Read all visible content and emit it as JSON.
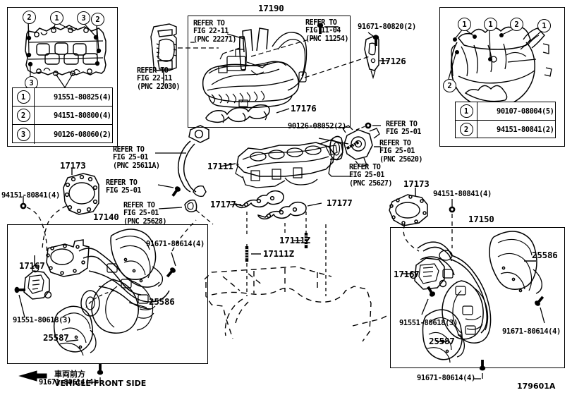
{
  "diagram": {
    "id": "179601A",
    "front_marker": {
      "jp": "車両前方",
      "en": "VEHICLE FRONT SIDE",
      "icon": "left-arrow-icon"
    }
  },
  "panels": {
    "top_left": {
      "name": "cylinder-head-intake-face",
      "callouts": [
        "2",
        "1",
        "3",
        "2",
        "3",
        "1"
      ],
      "legend": [
        {
          "num": "1",
          "icon": "bolt-icon",
          "part": "91551-80825(4)"
        },
        {
          "num": "2",
          "icon": "nut-icon",
          "part": "94151-80800(4)"
        },
        {
          "num": "3",
          "icon": "stud-icon",
          "part": "90126-08060(2)"
        }
      ]
    },
    "top_center": {
      "name": "intake-manifold-assembly",
      "title": "17190",
      "refer_left": "REFER TO\nFIG 22-11\n(PNC 22271)",
      "refer_right": "REFER TO\nFIG 11-04\n(PNC 11254)",
      "gasket": "17176"
    },
    "top_right": {
      "name": "intake-manifold-rear-view",
      "callouts": [
        "1",
        "1",
        "2",
        "1",
        "2"
      ],
      "legend": [
        {
          "num": "1",
          "icon": "bolt-icon",
          "part": "90107-08004(5)"
        },
        {
          "num": "2",
          "icon": "nut-icon",
          "part": "94151-80841(2)"
        }
      ]
    },
    "bottom_left": {
      "name": "exhaust-manifold-bank1",
      "title": "17140",
      "parts": [
        {
          "name": "heat-insulator-upper",
          "label": "25586"
        },
        {
          "name": "heat-insulator-lower",
          "label": "25587"
        },
        {
          "name": "manifold-stay",
          "label": "17167"
        },
        {
          "name": "bolt-91551",
          "label": "91551-80618(3)"
        },
        {
          "name": "bolt-91671-right",
          "label": "91671-80614(4)"
        },
        {
          "name": "bolt-91671-bottom",
          "label": "91671-80614(4)"
        }
      ]
    },
    "bottom_right": {
      "name": "exhaust-manifold-bank2",
      "title": "17150",
      "parts": [
        {
          "name": "heat-insulator-upper",
          "label": "25586"
        },
        {
          "name": "heat-insulator-lower",
          "label": "25587"
        },
        {
          "name": "manifold-stay",
          "label": "17167"
        },
        {
          "name": "bolt-91551",
          "label": "91551-80618(3)"
        },
        {
          "name": "bolt-91671-right",
          "label": "91671-80614(4)"
        },
        {
          "name": "bolt-91671-bottom",
          "label": "91671-80614(4)"
        }
      ]
    }
  },
  "loose_labels": {
    "bracket_bolt_top": "91671-80820(2)",
    "bracket": "17126",
    "gasket_left": "17173",
    "nut_left": "94151-80841(4)",
    "egr_pipe_refer": "REFER TO\nFIG 25-01\n(PNC 25611A)",
    "egr_bolt_refer": "REFER TO\nFIG 25-01",
    "egr_gasket_refer": "REFER TO\nFIG 25-01\n(PNC 25628)",
    "manifold": "17111",
    "stud_center": "90126-08052(2)",
    "gasket_left_lower": "17177",
    "gasket_right_lower": "17177",
    "stud_left": "17111Z",
    "stud_right": "17111Z",
    "refer_25_01_top": "REFER TO\nFIG 25-01",
    "refer_25620": "REFER TO\nFIG 25-01\n(PNC 25620)",
    "refer_25627": "REFER TO\nFIG 25-01\n(PNC 25627)",
    "gasket_right": "17173",
    "nut_right": "94151-80841(4)"
  }
}
